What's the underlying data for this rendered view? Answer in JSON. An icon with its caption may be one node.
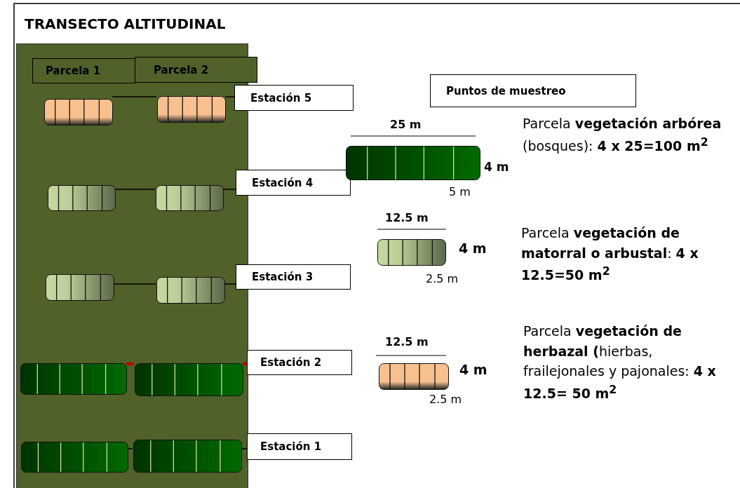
{
  "diagram": {
    "title": "TRANSECTO ALTITUDINAL",
    "nodes": [
      {
        "text": [],
        "shape": "box"
      },
      {
        "text": [
          "Parcela 1"
        ],
        "in": 0
      },
      {
        "text": [
          "Parcela 2"
        ],
        "in": 0
      },
      {
        "text": [
          "Estación 5"
        ]
      },
      {
        "text": [
          "Estación 4"
        ]
      },
      {
        "text": [
          "Estación 3"
        ]
      },
      {
        "text": [
          "Estación 2"
        ]
      },
      {
        "text": [
          "Estación 1"
        ]
      },
      {
        "text": [
          "Puntos de muestreo"
        ]
      },
      {
        "text": [],
        "shape": "box",
        "in": 0
      },
      {
        "text": [],
        "shape": "box",
        "in": 0
      },
      {
        "text": [],
        "shape": "box",
        "in": 0
      },
      {
        "text": [],
        "shape": "box",
        "in": 0
      },
      {
        "text": [],
        "shape": "box",
        "in": 0
      },
      {
        "text": [],
        "shape": "box",
        "in": 0
      },
      {
        "text": [],
        "shape": "box",
        "in": 0
      },
      {
        "text": [],
        "shape": "box",
        "in": 0
      },
      {
        "text": [],
        "shape": "box",
        "in": 0
      },
      {
        "text": [],
        "shape": "box",
        "in": 0
      },
      {
        "text": [],
        "shape": "box",
        "beside": [
          "25 m",
          "4 m",
          "5 m"
        ]
      },
      {
        "text": [],
        "shape": "box",
        "beside": [
          "12.5 m",
          "4 m",
          "2.5 m"
        ]
      },
      {
        "text": [],
        "shape": "box",
        "beside": [
          "12.5 m",
          "4 m",
          "2.5 m"
        ]
      }
    ],
    "edges": [
      {
        "from": 3,
        "to": 10,
        "arrow": "none"
      },
      {
        "from": 10,
        "to": 9,
        "arrow": "none"
      },
      {
        "from": 4,
        "to": 12,
        "arrow": "none"
      },
      {
        "from": 12,
        "to": 11,
        "arrow": "none"
      },
      {
        "from": 5,
        "to": 14,
        "arrow": "none"
      },
      {
        "from": 14,
        "to": 13,
        "arrow": "none"
      },
      {
        "from": 6,
        "to": 16,
        "arrow": "none",
        "style": "thick",
        "color": "#c00000"
      },
      {
        "from": 16,
        "to": 15,
        "arrow": "none",
        "style": "thick",
        "color": "#c00000"
      },
      {
        "from": 7,
        "to": 18,
        "arrow": "none"
      },
      {
        "from": 18,
        "to": 17,
        "arrow": "none"
      }
    ],
    "labels": [
      "Parcela **vegetación arbórea** (bosques): **4 x 25=100 m**$^{2}$",
      "Parcela **vegetación de matorral o arbustal**: **4 x 12.5=50 m**$^{2}$",
      "Parcela **vegetación de herbazal (**hierbas, frailejonales y pajonales: **4 x 12.5= 50 m**$^{2}$"
    ]
  }
}
